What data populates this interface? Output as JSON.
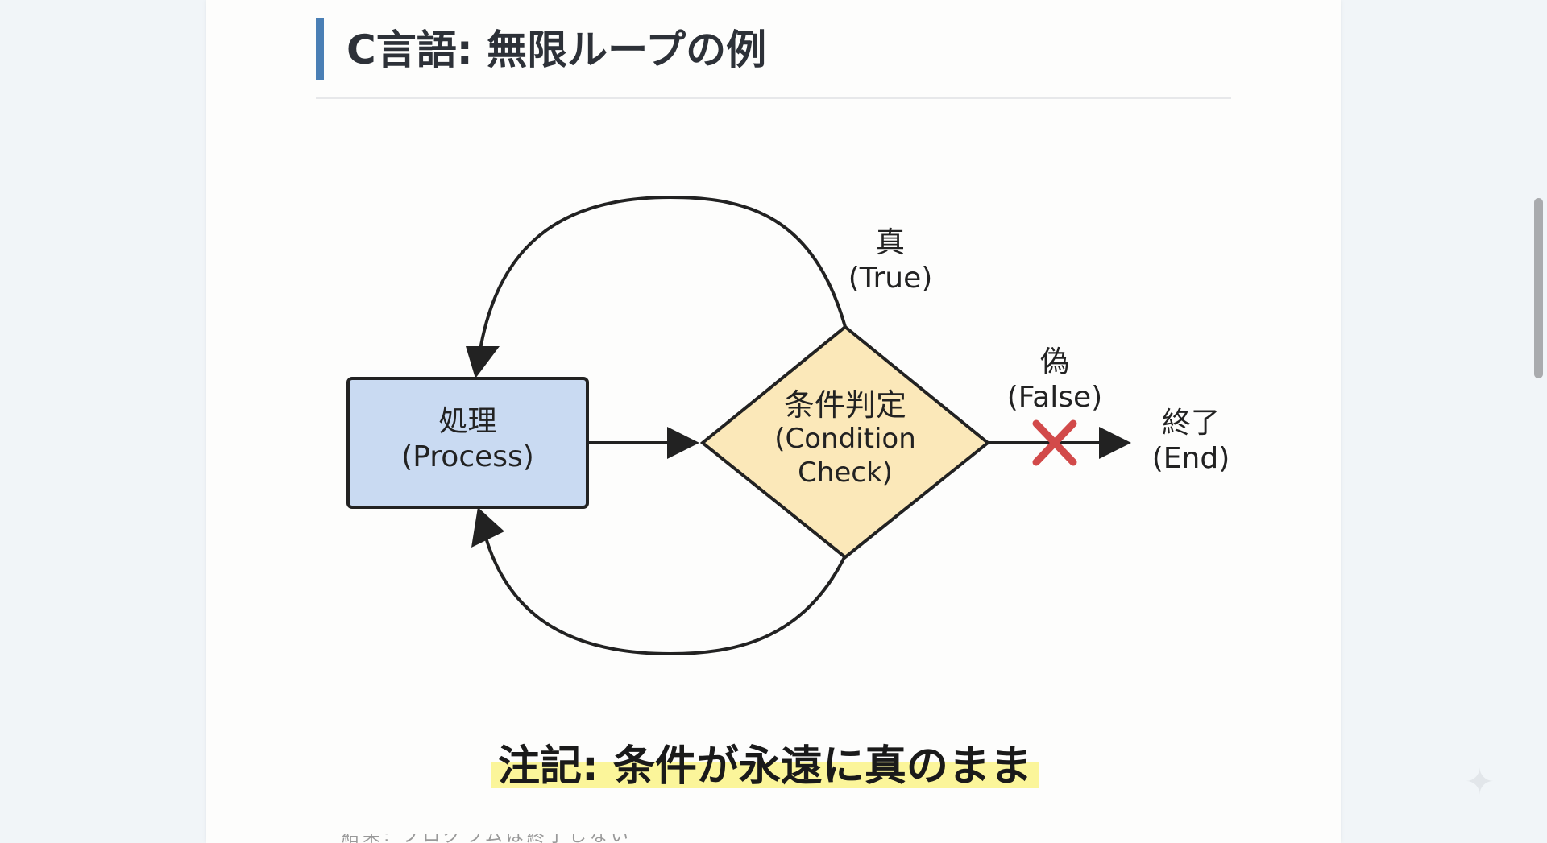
{
  "header": {
    "title": "C言語: 無限ループの例"
  },
  "diagram": {
    "process_box": {
      "jp": "処理",
      "en": "(Process)"
    },
    "condition": {
      "jp": "条件判定",
      "en_line1": "(Condition",
      "en_line2": "Check)"
    },
    "true_label": {
      "jp": "真",
      "en": "(True)"
    },
    "false_label": {
      "jp": "偽",
      "en": "(False)"
    },
    "end_label": {
      "jp": "終了",
      "en": "(End)"
    },
    "colors": {
      "process_fill": "#c9daf2",
      "condition_fill": "#fbe8b9",
      "stroke": "#222222",
      "cross": "#d24a4a",
      "accent_bar": "#4a7fb5",
      "highlight": "#fbf59a"
    }
  },
  "note": {
    "text": "注記: 条件が永遠に真のまま"
  },
  "footer": {
    "cut_text": "結果: プログラムは終了しない"
  },
  "icons": {
    "corner_icon": "sparkle-icon"
  }
}
